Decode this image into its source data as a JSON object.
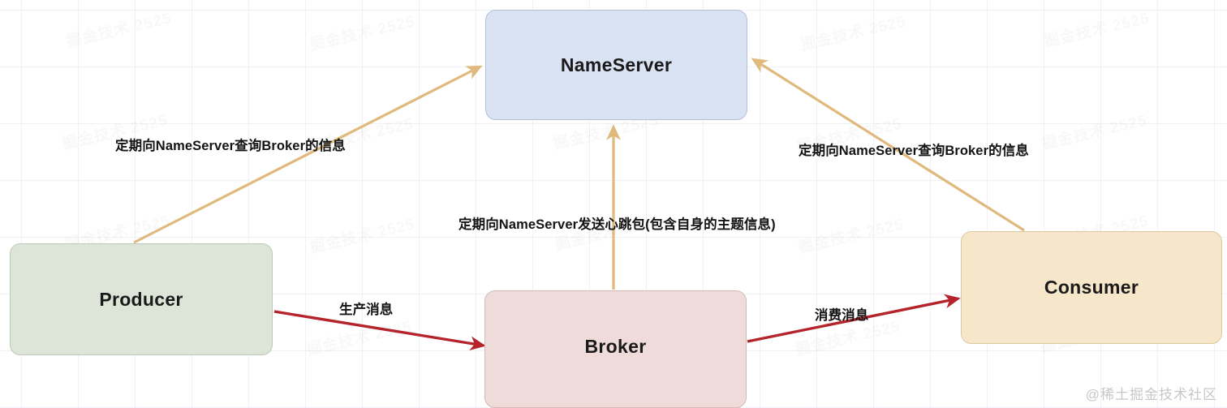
{
  "diagram": {
    "title": "RocketMQ architecture flow",
    "background_color": "#ffffff",
    "nodes": [
      {
        "id": "nameserver",
        "label": "NameServer",
        "fill": "#dae3f3",
        "stroke": "#b4c0d8"
      },
      {
        "id": "producer",
        "label": "Producer",
        "fill": "#dde5d9",
        "stroke": "#bcc9b8"
      },
      {
        "id": "broker",
        "label": "Broker",
        "fill": "#f0dbdb",
        "stroke": "#d5b9b9"
      },
      {
        "id": "consumer",
        "label": "Consumer",
        "fill": "#f7e7ca",
        "stroke": "#ddc89f"
      }
    ],
    "edges": [
      {
        "id": "producer-to-nameserver",
        "from": "Producer",
        "to": "NameServer",
        "label": "定期向NameServer查询Broker的信息",
        "color": "#e0b97d",
        "style": "solid-arrow"
      },
      {
        "id": "consumer-to-nameserver",
        "from": "Consumer",
        "to": "NameServer",
        "label": "定期向NameServer查询Broker的信息",
        "color": "#e0b97d",
        "style": "solid-arrow"
      },
      {
        "id": "broker-to-nameserver",
        "from": "Broker",
        "to": "NameServer",
        "label": "定期向NameServer发送心跳包(包含自身的主题信息)",
        "color": "#e0b97d",
        "style": "solid-arrow"
      },
      {
        "id": "producer-to-broker",
        "from": "Producer",
        "to": "Broker",
        "label": "生产消息",
        "color": "#b5232b",
        "style": "solid-arrow"
      },
      {
        "id": "broker-to-consumer",
        "from": "Broker",
        "to": "Consumer",
        "label": "消费消息",
        "color": "#b5232b",
        "style": "solid-arrow"
      }
    ],
    "watermark": "@稀土掘金技术社区",
    "background_watermark": "掘金技术 2525"
  }
}
